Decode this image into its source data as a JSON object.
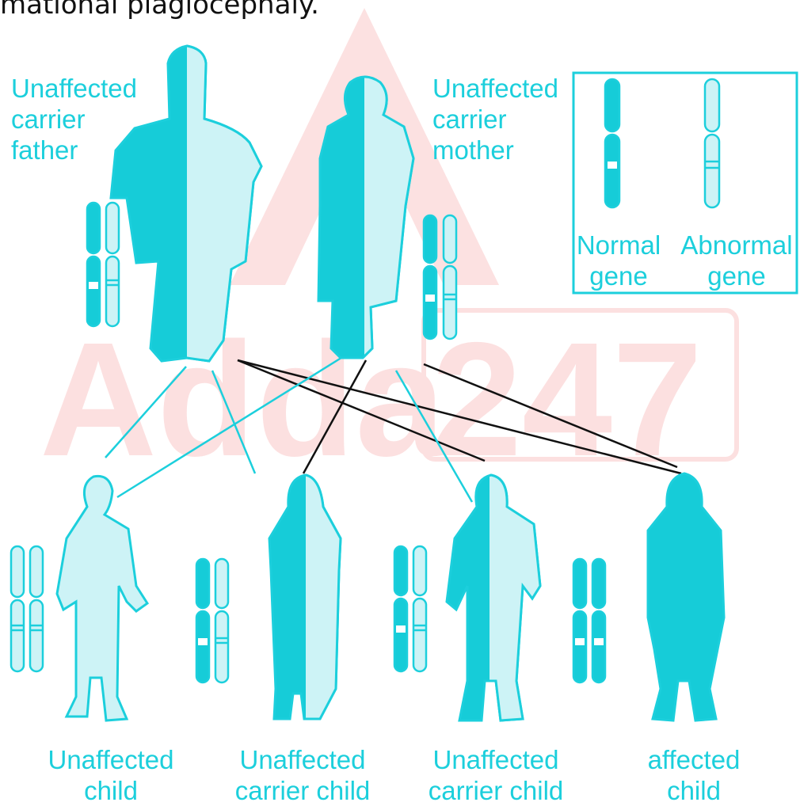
{
  "top_text": "mational plagiocephaly.",
  "watermark": {
    "text": "Adda247",
    "color": "#f26b6b"
  },
  "colors": {
    "fill": "#16ccd8",
    "light": "#cdf3f6",
    "outline": "#1ccfdc",
    "line_black": "#111111"
  },
  "parents": {
    "father": {
      "label": "Unaffected\ncarrier\nfather"
    },
    "mother": {
      "label": "Unaffected\ncarrier\nmother"
    }
  },
  "legend": {
    "normal": "Normal\ngene",
    "abnormal": "Abnormal\ngene"
  },
  "children": [
    {
      "label": "Unaffected\nchild"
    },
    {
      "label": "Unaffected\ncarrier child"
    },
    {
      "label": "Unaffected\ncarrier child"
    },
    {
      "label": "affected\nchild"
    }
  ]
}
